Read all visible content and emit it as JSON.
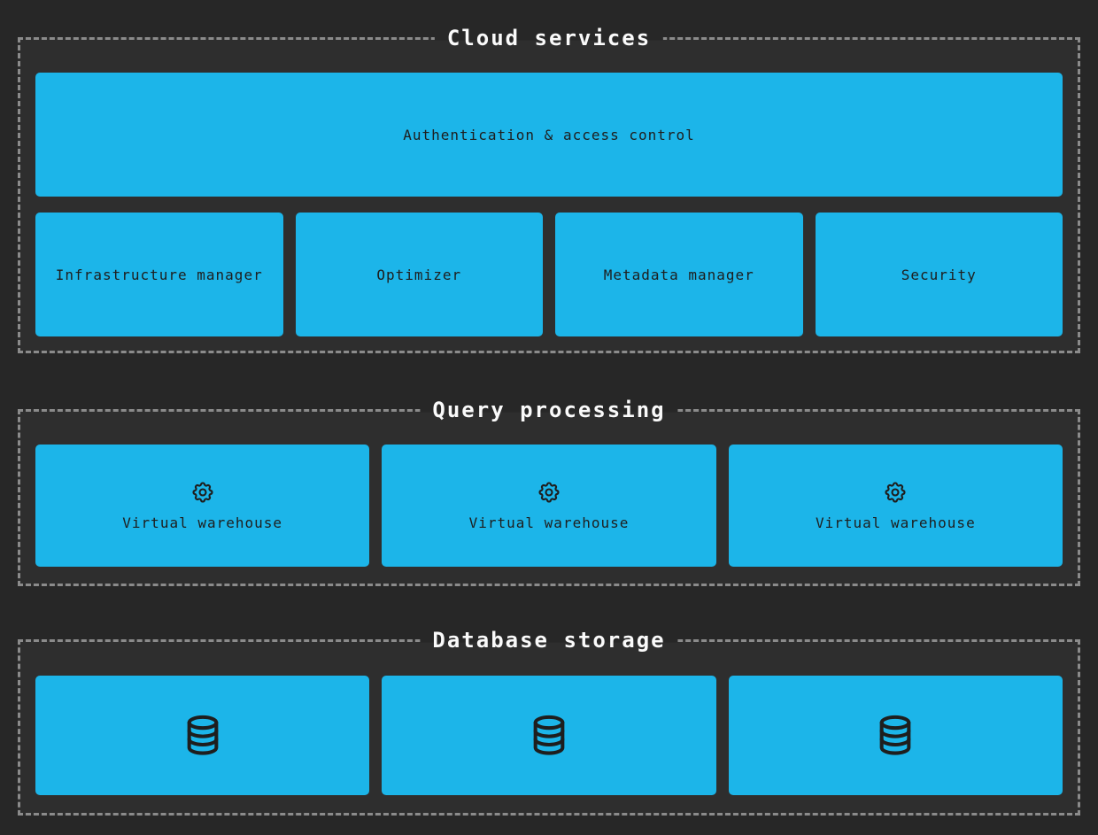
{
  "colors": {
    "page_background": "#272727",
    "section_background": "#2E2E2E",
    "section_border": "#8B8B8B",
    "box_fill": "#1CB5E9",
    "box_text": "#1E1E1E",
    "section_title_text": "#FAFAFA"
  },
  "sections": [
    {
      "title": "Cloud services",
      "wide_box": {
        "label": "Authentication & access control"
      },
      "boxes": [
        {
          "label": "Infrastructure manager"
        },
        {
          "label": "Optimizer"
        },
        {
          "label": "Metadata manager"
        },
        {
          "label": "Security"
        }
      ]
    },
    {
      "title": "Query processing",
      "boxes": [
        {
          "icon": "gear-icon",
          "label": "Virtual warehouse"
        },
        {
          "icon": "gear-icon",
          "label": "Virtual warehouse"
        },
        {
          "icon": "gear-icon",
          "label": "Virtual warehouse"
        }
      ]
    },
    {
      "title": "Database storage",
      "boxes": [
        {
          "icon": "database-icon"
        },
        {
          "icon": "database-icon"
        },
        {
          "icon": "database-icon"
        }
      ]
    }
  ]
}
